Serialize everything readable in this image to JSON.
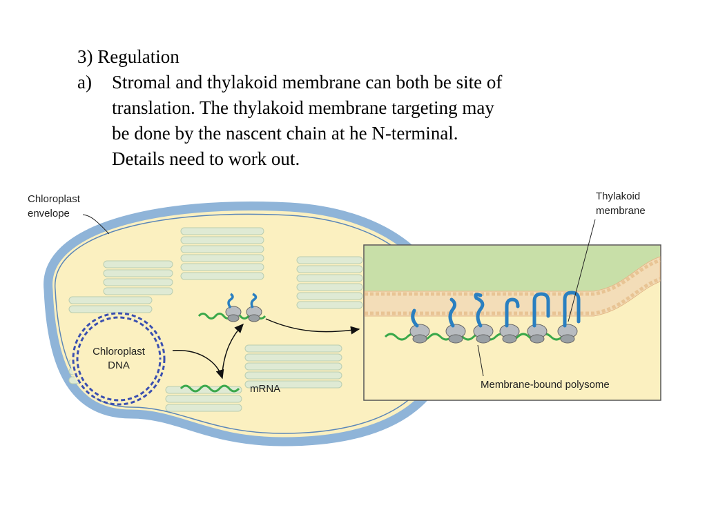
{
  "slide": {
    "heading": "3) Regulation",
    "item_marker": "a)",
    "item_lines": [
      "Stromal and thylakoid membrane can both be site of",
      "translation. The thylakoid membrane targeting may",
      "be done by the nascent chain at he N-terminal.",
      "Details need to work out."
    ]
  },
  "diagram": {
    "labels": {
      "envelope_1": "Chloroplast",
      "envelope_2": "envelope",
      "dna_1": "Chloroplast",
      "dna_2": "DNA",
      "mrna": "mRNA",
      "thylakoid_1": "Thylakoid",
      "thylakoid_2": "membrane",
      "polysome": "Membrane-bound polysome"
    },
    "colors": {
      "stroma": "#fbf0c0",
      "envelope": "#8fb4d8",
      "thylakoid": "#dfead4",
      "lumen": "#c8dfa8",
      "dna": "#3a4fb0",
      "mrna": "#3aa84a",
      "ribosome": "#b8bcc0",
      "nascent_chain": "#2a7fc0"
    }
  }
}
